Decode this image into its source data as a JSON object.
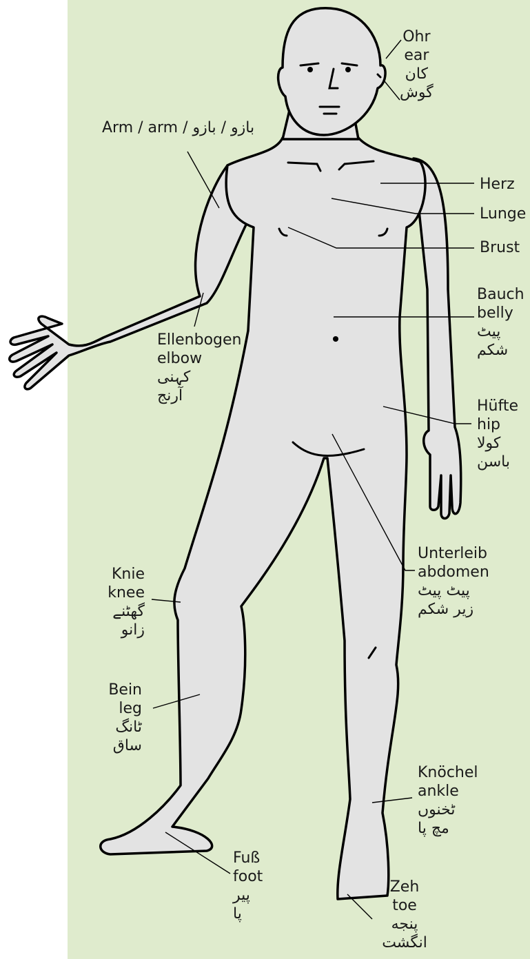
{
  "colors": {
    "background_panel": "#dfebcd",
    "body_fill": "#e3e3e3",
    "outline": "#000000",
    "text": "#1a1a1a"
  },
  "labels": {
    "ear": {
      "de": "Ohr",
      "en": "ear",
      "ur1": "کان",
      "ur2": "گوش"
    },
    "arm": {
      "line": "Arm / arm / بازو / بازو"
    },
    "heart": {
      "de": "Herz"
    },
    "lung": {
      "de": "Lunge"
    },
    "chest": {
      "de": "Brust"
    },
    "belly": {
      "de": "Bauch",
      "en": "belly",
      "ur1": "پیٹ",
      "ur2": "شکم"
    },
    "elbow": {
      "de": "Ellenbogen",
      "en": "elbow",
      "ur1": "کہنی",
      "ur2": "آرنج"
    },
    "hip": {
      "de": "Hüfte",
      "en": "hip",
      "ur1": "کولا",
      "ur2": "باسن"
    },
    "abdomen": {
      "de": "Unterleib",
      "en": "abdomen",
      "ur1": "پیٹ پیٹ",
      "ur2": "زیر شکم"
    },
    "knee": {
      "de": "Knie",
      "en": "knee",
      "ur1": "گھٹنے",
      "ur2": "زانو"
    },
    "leg": {
      "de": "Bein",
      "en": "leg",
      "ur1": "ٹانگ",
      "ur2": "ساق"
    },
    "ankle": {
      "de": "Knöchel",
      "en": "ankle",
      "ur1": "ٹخنوں",
      "ur2": "مچ پا"
    },
    "foot": {
      "de": "Fuß",
      "en": "foot",
      "ur1": "پیر",
      "ur2": "پا"
    },
    "toe": {
      "de": "Zeh",
      "en": "toe",
      "ur1": "پنجه",
      "ur2": "انگشت"
    }
  }
}
